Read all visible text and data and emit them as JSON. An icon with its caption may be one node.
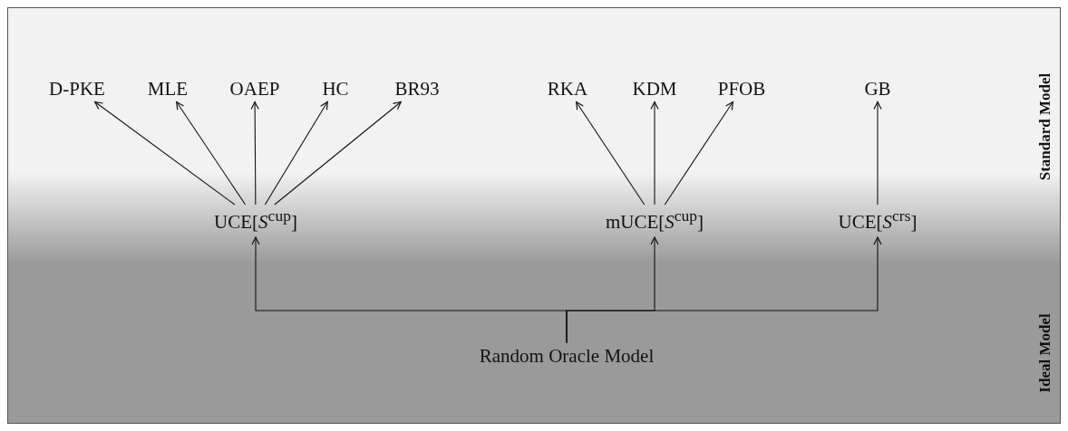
{
  "diagram": {
    "nodes": [
      {
        "text": [
          "D-PKE"
        ]
      },
      {
        "text": [
          "MLE"
        ]
      },
      {
        "text": [
          "OAEP"
        ]
      },
      {
        "text": [
          "HC"
        ]
      },
      {
        "text": [
          "BR93"
        ]
      },
      {
        "text": [
          "RKA"
        ]
      },
      {
        "text": [
          "KDM"
        ]
      },
      {
        "text": [
          "PFOB"
        ]
      },
      {
        "text": [
          "GB"
        ]
      },
      {
        "text": [
          "UCE[*S*$^{cup}$]"
        ]
      },
      {
        "text": [
          "mUCE[*S*$^{cup}$]"
        ]
      },
      {
        "text": [
          "UCE[*S*$^{crs}$]"
        ]
      },
      {
        "text": [
          "Random Oracle Model"
        ]
      }
    ],
    "edges": [
      {
        "from": 9,
        "to": 0,
        "arrow": "to"
      },
      {
        "from": 9,
        "to": 1,
        "arrow": "to"
      },
      {
        "from": 9,
        "to": 2,
        "arrow": "to"
      },
      {
        "from": 9,
        "to": 3,
        "arrow": "to"
      },
      {
        "from": 9,
        "to": 4,
        "arrow": "to"
      },
      {
        "from": 10,
        "to": 5,
        "arrow": "to"
      },
      {
        "from": 10,
        "to": 6,
        "arrow": "to"
      },
      {
        "from": 10,
        "to": 7,
        "arrow": "to"
      },
      {
        "from": 11,
        "to": 8,
        "arrow": "to"
      },
      {
        "from": 12,
        "to": 9,
        "arrow": "to"
      },
      {
        "from": 12,
        "to": 10,
        "arrow": "to"
      },
      {
        "from": 12,
        "to": 11,
        "arrow": "to"
      }
    ],
    "labels": [
      "Standard Model",
      "Ideal Model"
    ]
  }
}
